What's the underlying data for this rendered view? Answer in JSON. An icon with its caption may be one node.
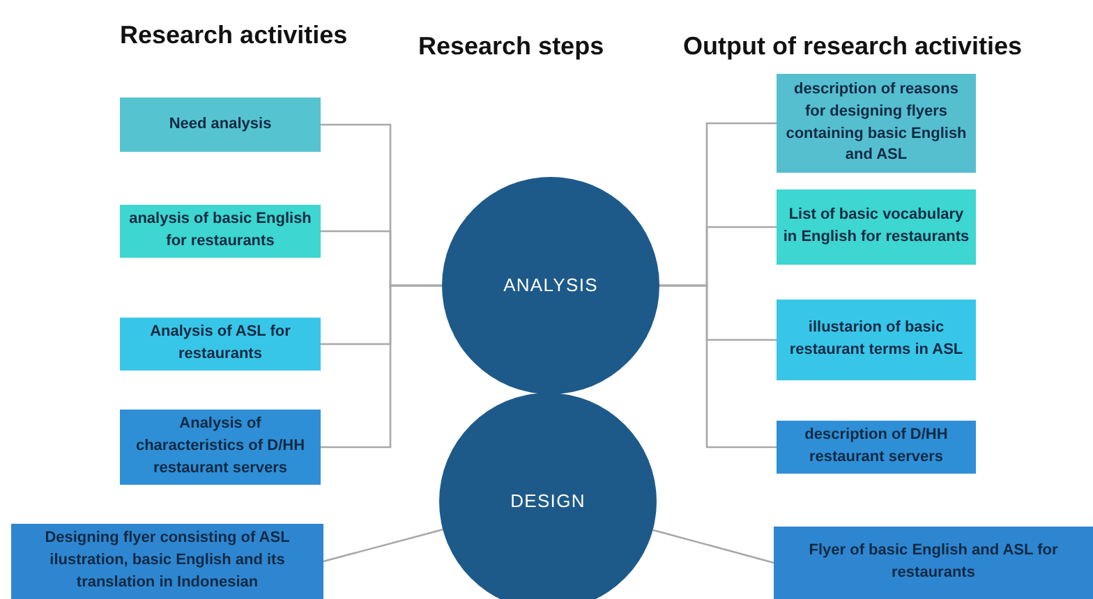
{
  "diagram": {
    "nodes": [
      {
        "text": [
          "Need analysis"
        ]
      },
      {
        "text": [
          "analysis of basic English for restaurants"
        ]
      },
      {
        "text": [
          "Analysis of ASL for restaurants"
        ]
      },
      {
        "text": [
          "Analysis of characteristics of D/HH restaurant servers"
        ]
      },
      {
        "text": [
          "ANALYSIS"
        ]
      },
      {
        "text": [
          "DESIGN"
        ]
      },
      {
        "text": [
          "Designing flyer consisting of ASL ilustration, basic English and its translation in Indonesian"
        ]
      },
      {
        "text": [
          "description of reasons for designing flyers containing basic English and ASL"
        ]
      },
      {
        "text": [
          "List of basic vocabulary in English for restaurants"
        ]
      },
      {
        "text": [
          "illustarion of basic restaurant terms in ASL"
        ]
      },
      {
        "text": [
          "description of D/HH restaurant servers"
        ]
      },
      {
        "text": [
          "Flyer of basic English and ASL for restaurants"
        ]
      }
    ],
    "edges": [
      {
        "from": 0,
        "to": 4,
        "arrow": "none"
      },
      {
        "from": 1,
        "to": 4,
        "arrow": "none"
      },
      {
        "from": 2,
        "to": 4,
        "arrow": "none"
      },
      {
        "from": 3,
        "to": 4,
        "arrow": "none"
      },
      {
        "from": 4,
        "to": 7,
        "arrow": "none"
      },
      {
        "from": 4,
        "to": 8,
        "arrow": "none"
      },
      {
        "from": 4,
        "to": 9,
        "arrow": "none"
      },
      {
        "from": 4,
        "to": 10,
        "arrow": "none"
      },
      {
        "from": 5,
        "to": 6,
        "arrow": "none"
      },
      {
        "from": 5,
        "to": 11,
        "arrow": "none"
      }
    ],
    "labels": [
      "Research activities",
      "Research steps",
      "Output of research activities"
    ]
  }
}
